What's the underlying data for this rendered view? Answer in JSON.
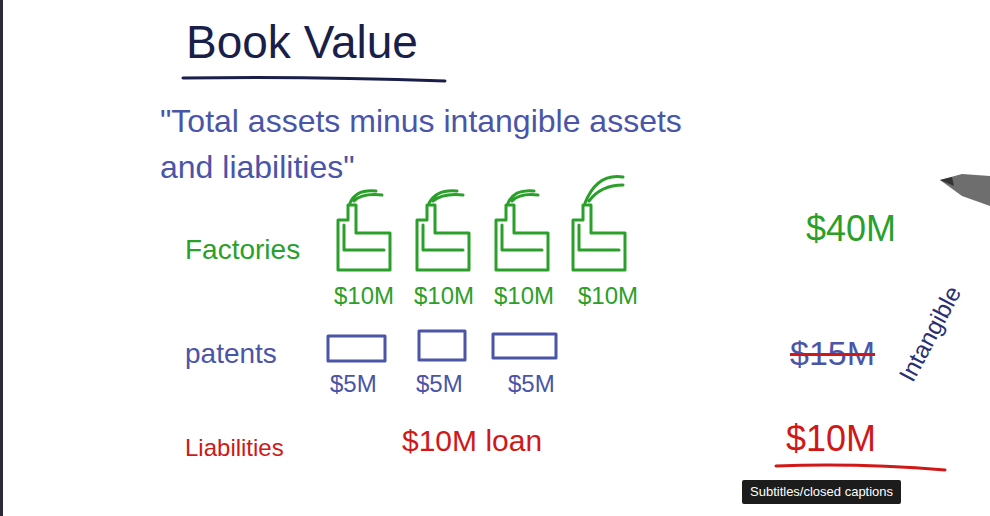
{
  "diagram": {
    "title": "Book Value",
    "nodes": [
      {
        "text": [
          "Subtitles/closed captions"
        ]
      }
    ],
    "labels": [
      "\"Total assets minus intangible assets and liabilities\"",
      "Factories",
      "$10M",
      "$10M",
      "$10M",
      "$10M",
      "patents",
      "$5M",
      "$5M",
      "$5M",
      "Liabilities",
      "$10M loan",
      "$40M",
      "$15M",
      "Intangible",
      "$10M"
    ]
  }
}
